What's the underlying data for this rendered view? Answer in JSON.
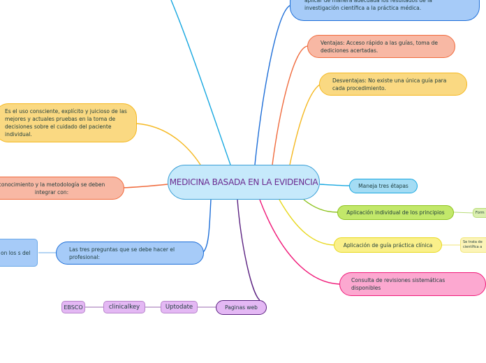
{
  "central_topic": "MEDICINA BASADA EN LA EVIDENCIA",
  "nodes": {
    "objetivo": "aplicar de manera adecuada los resultados de la investigación científica a la práctica médica.",
    "ventajas": "Ventajas:  Acceso rápido a las guías, toma de dediciones acertadas.",
    "desventajas": "Desventajas:  No existe una única guía para cada procedimiento.",
    "definicion": "Es el uso consciente, explícito y juicioso de las mejores y actuales pruebas en la toma de decisiones sobre el cuidado del paciente individual.",
    "integrar": "conocimiento y la metodología se deben integrar con:",
    "preguntas": "Las tres preguntas que se debe hacer el profesional:",
    "preguntas_child": "on los s del",
    "maneja": "Maneja tres étapas",
    "etapa1": "Aplicación individual de los principios",
    "etapa1_child": "Form",
    "etapa2": "Aplicación de guía práctica clínica",
    "etapa2_child": "Se trata de científica a",
    "etapa3": "Consulta de revisiones sistemáticas disponibles",
    "paginas": "Paginas web",
    "uptodate": "Uptodate",
    "clinicalkey": "clinicalkey",
    "ebsco": "EBSCO"
  },
  "colors": {
    "center_fill": "#c6e9fb",
    "blue": "#1d6ed8",
    "orange": "#f06a3c",
    "yellow": "#f5b820",
    "cyan": "#16a7e0",
    "green": "#8cc21c",
    "lemon": "#e8d81c",
    "pink": "#f01878",
    "purple": "#5a2080"
  }
}
